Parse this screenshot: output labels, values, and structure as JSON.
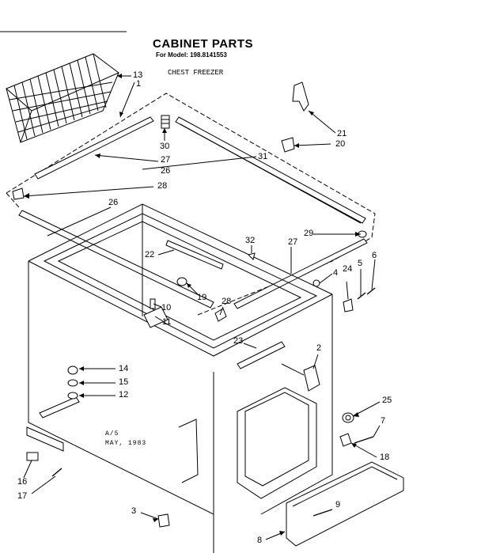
{
  "header": {
    "title": "CABINET PARTS",
    "model_line": "For Model: 198.8141553",
    "subtitle": "CHEST FREEZER"
  },
  "revision": {
    "code": "A/5",
    "date": "MAY, 1983"
  },
  "callouts": {
    "c1": "1",
    "c2": "2",
    "c3": "3",
    "c4": "4",
    "c5": "5",
    "c6": "6",
    "c7": "7",
    "c8": "8",
    "c9": "9",
    "c10": "10",
    "c11": "11",
    "c12": "12",
    "c13": "13",
    "c14": "14",
    "c15": "15",
    "c16": "16",
    "c17": "17",
    "c18": "18",
    "c19": "19",
    "c20": "20",
    "c21": "21",
    "c22": "22",
    "c23": "23",
    "c24": "24",
    "c25": "25",
    "c26a": "26",
    "c26b": "26",
    "c27a": "27",
    "c27b": "27",
    "c28a": "28",
    "c28b": "28",
    "c29": "29",
    "c30": "30",
    "c31": "31",
    "c32": "32"
  }
}
